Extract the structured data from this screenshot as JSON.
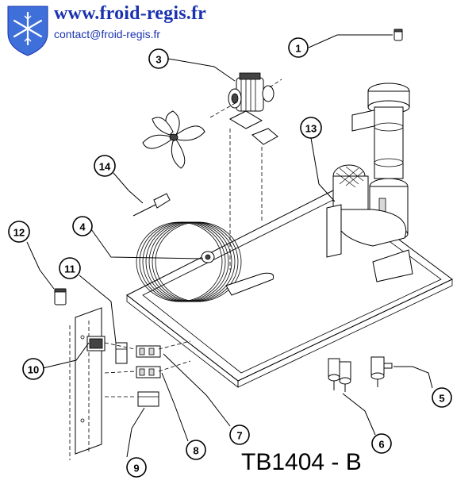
{
  "header": {
    "website": "www.froid-regis.fr",
    "contact": "contact@froid-regis.fr"
  },
  "reference": "TB1404 - B",
  "callouts": [
    "1",
    "3",
    "13",
    "14",
    "12",
    "4",
    "11",
    "10",
    "7",
    "8",
    "9",
    "6",
    "5"
  ],
  "colors": {
    "brand": "#1a32b0",
    "logo": "#3f6fd8"
  }
}
